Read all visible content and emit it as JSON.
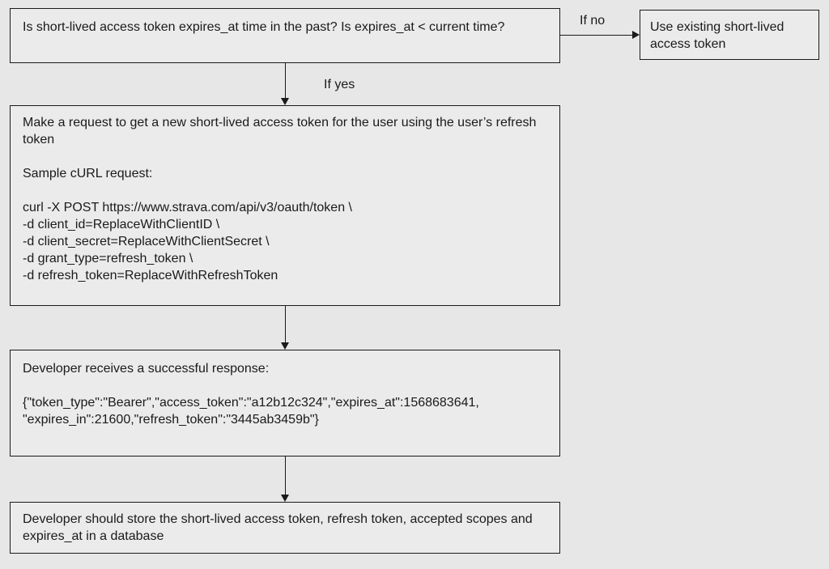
{
  "diagram": {
    "colors": {
      "background": "#e7e7e7",
      "box_background": "#ebebeb",
      "border": "#1a1a1a",
      "text": "#1a1a1a"
    },
    "nodes": {
      "decision": "Is short-lived access token expires_at time in the past? Is expires_at < current time?",
      "use_existing": "Use existing short-lived access token",
      "refresh_request": "Make a request to get a new short-lived access token for the user using the user’s refresh token\n\nSample cURL request:\n\ncurl -X POST https://www.strava.com/api/v3/oauth/token \\\n-d client_id=ReplaceWithClientID \\\n-d client_secret=ReplaceWithClientSecret \\\n-d grant_type=refresh_token \\\n-d refresh_token=ReplaceWithRefreshToken",
      "response": "Developer receives a successful response:\n\n{\"token_type\":\"Bearer\",\"access_token\":\"a12b12c324\",\"expires_at\":1568683641,\n\"expires_in\":21600,\"refresh_token\":\"3445ab3459b\"}",
      "store": "Developer should store the short-lived access token, refresh token, accepted scopes and expires_at in a database"
    },
    "labels": {
      "if_no": "If no",
      "if_yes": "If yes"
    }
  }
}
